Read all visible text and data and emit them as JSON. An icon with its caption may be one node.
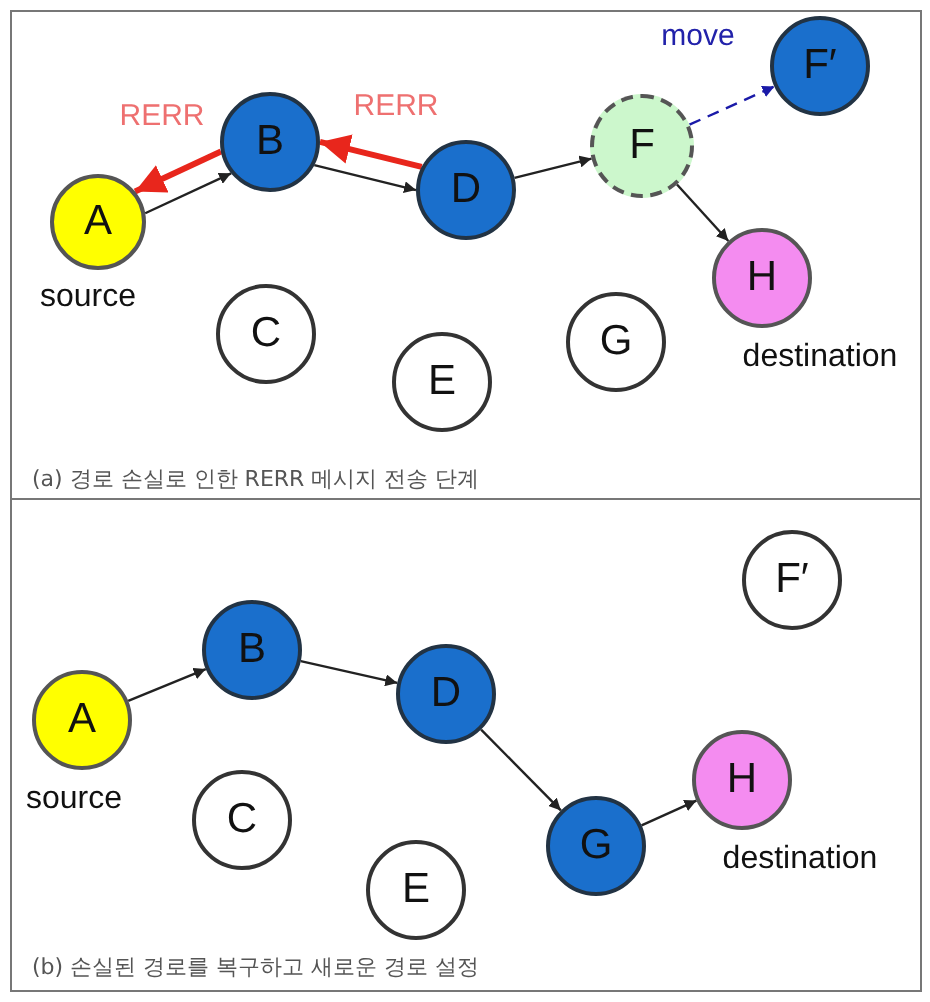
{
  "diagram": {
    "nodes": [
      {
        "text": [
          "(a) 경로 손실로 인한 RERR 메시지 전송 단계"
        ]
      },
      {
        "text": [
          "A"
        ],
        "in": 0,
        "beside": [
          "source"
        ]
      },
      {
        "text": [
          "B"
        ],
        "in": 0
      },
      {
        "text": [
          "C"
        ],
        "in": 0
      },
      {
        "text": [
          "D"
        ],
        "in": 0
      },
      {
        "text": [
          "E"
        ],
        "in": 0
      },
      {
        "text": [
          "F"
        ],
        "in": 0
      },
      {
        "text": [
          "F′"
        ],
        "in": 0
      },
      {
        "text": [
          "G"
        ],
        "in": 0
      },
      {
        "text": [
          "H"
        ],
        "in": 0,
        "beside": [
          "destination"
        ]
      },
      {
        "text": [
          "(b) 손실된 경로를 복구하고 새로운 경로 설정"
        ]
      },
      {
        "text": [
          "F′"
        ],
        "in": 10
      },
      {
        "text": [
          "A"
        ],
        "in": 10,
        "beside": [
          "source"
        ]
      },
      {
        "text": [
          "B"
        ],
        "in": 10
      },
      {
        "text": [
          "C"
        ],
        "in": 10
      },
      {
        "text": [
          "D"
        ],
        "in": 10
      },
      {
        "text": [
          "E"
        ],
        "in": 10
      },
      {
        "text": [
          "G"
        ],
        "in": 10
      },
      {
        "text": [
          "H"
        ],
        "in": 10,
        "beside": [
          "destination"
        ]
      }
    ],
    "edges": [
      {
        "from": 1,
        "to": 2,
        "arrow": "to"
      },
      {
        "from": 2,
        "to": 1,
        "arrow": "to",
        "label": "RERR",
        "style": "thick",
        "color": "#e8261c"
      },
      {
        "from": 2,
        "to": 4,
        "arrow": "to"
      },
      {
        "from": 4,
        "to": 2,
        "arrow": "to",
        "label": "RERR",
        "style": "thick",
        "color": "#e8261c"
      },
      {
        "from": 4,
        "to": 6,
        "arrow": "to"
      },
      {
        "from": 6,
        "to": 9,
        "arrow": "to"
      },
      {
        "from": 6,
        "to": 7,
        "arrow": "to",
        "label": "move",
        "style": "dashed",
        "color": "#1a1aa8"
      },
      {
        "from": 12,
        "to": 13,
        "arrow": "to"
      },
      {
        "from": 13,
        "to": 15,
        "arrow": "to"
      },
      {
        "from": 15,
        "to": 17,
        "arrow": "to"
      },
      {
        "from": 17,
        "to": 18,
        "arrow": "to"
      }
    ]
  }
}
